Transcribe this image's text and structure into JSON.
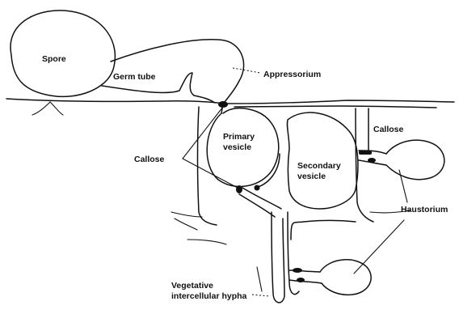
{
  "labels": {
    "spore": "Spore",
    "germ_tube": "Germ tube",
    "appressorium": "Appressorium",
    "primary_vesicle": [
      "Primary",
      "vesicle"
    ],
    "callose_left": "Callose",
    "callose_right": "Callose",
    "secondary_vesicle": [
      "Secondary",
      "vesicle"
    ],
    "haustorium": "Haustorium",
    "vegetative_hypha": [
      "Vegetative",
      "intercellular hypha"
    ]
  }
}
